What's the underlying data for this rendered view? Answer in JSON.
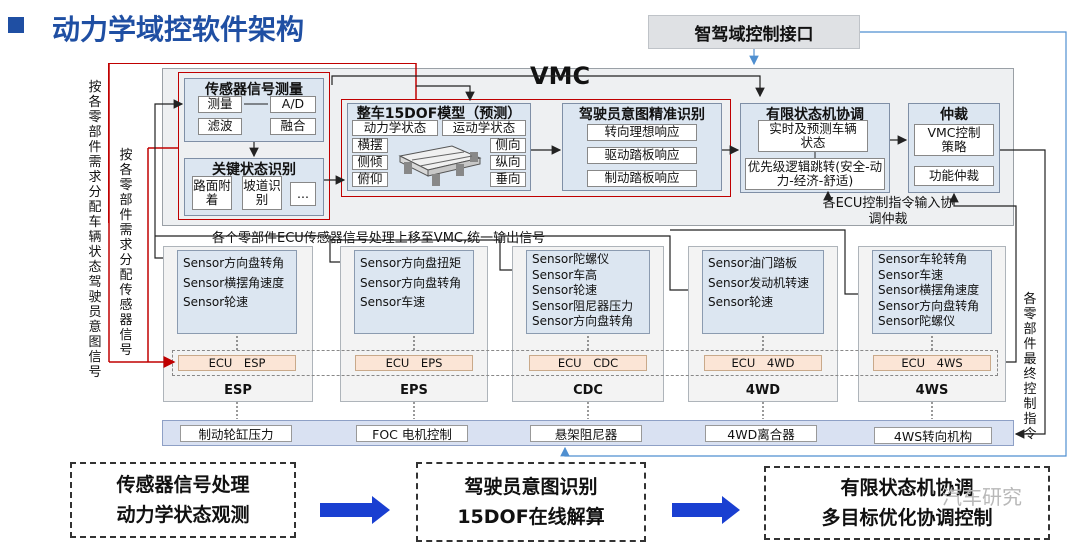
{
  "title": "动力学域控软件架构",
  "top_interface": "智驾域控制接口",
  "vmc_label": "VMC",
  "left_vertical_1": "按各零部件需求分配车辆状态驾驶员意图信号",
  "left_vertical_2": "按各零部件需求分配传感器信号",
  "right_vertical": "各零部件最终控制指令",
  "sensor_block": {
    "title": "传感器信号测量",
    "items": [
      "测量",
      "A/D",
      "滤波",
      "融合"
    ]
  },
  "key_state_block": {
    "title": "关键状态识别",
    "items": [
      "路面附着",
      "坡道识别",
      "..."
    ]
  },
  "model_block": {
    "title": "整车15DOF模型（预测）",
    "header_items": [
      "动力学状态",
      "运动学状态"
    ],
    "left_items": [
      "横摆",
      "侧倾",
      "俯仰"
    ],
    "right_items": [
      "侧向",
      "纵向",
      "垂向"
    ]
  },
  "intent_block": {
    "title": "驾驶员意图精准识别",
    "items": [
      "转向理想响应",
      "驱动踏板响应",
      "制动踏板响应"
    ]
  },
  "fsm_block": {
    "title": "有限状态机协调",
    "item1": "实时及预测车辆状态",
    "item2": "优先级逻辑跳转(安全-动力-经济-舒适)"
  },
  "arbitration_block": {
    "title": "仲裁",
    "item1": "VMC控制策略",
    "item2": "功能仲裁"
  },
  "ecu_note": "各ECU控制指令输入协调仲裁",
  "middle_note": "各个零部件ECU传感器信号处理上移至VMC,统一输出信号",
  "ecus": [
    {
      "sensors": [
        "Sensor方向盘转角",
        "Sensor横摆角速度",
        "Sensor轮速"
      ],
      "ecu": "ECU ESP",
      "name": "ESP"
    },
    {
      "sensors": [
        "Sensor方向盘扭矩",
        "Sensor方向盘转角",
        "Sensor车速"
      ],
      "ecu": "ECU EPS",
      "name": "EPS"
    },
    {
      "sensors": [
        "Sensor陀螺仪",
        "Sensor车高",
        "Sensor轮速",
        "Sensor阻尼器压力",
        "Sensor方向盘转角"
      ],
      "ecu": "ECU CDC",
      "name": "CDC"
    },
    {
      "sensors": [
        "Sensor油门踏板",
        "Sensor发动机转速",
        "Sensor轮速"
      ],
      "ecu": "ECU 4WD",
      "name": "4WD"
    },
    {
      "sensors": [
        "Sensor车轮转角",
        "Sensor车速",
        "Sensor横摆角速度",
        "Sensor方向盘转角",
        "Sensor陀螺仪"
      ],
      "ecu": "ECU 4WS",
      "name": "4WS"
    }
  ],
  "actuators": [
    "制动轮缸压力",
    "FOC 电机控制",
    "悬架阻尼器",
    "4WD离合器",
    "4WS转向机构"
  ],
  "bottom_boxes": [
    {
      "line1": "传感器信号处理",
      "line2": "动力学状态观测"
    },
    {
      "line1": "驾驶员意图识别",
      "line2": "15DOF在线解算"
    },
    {
      "line1": "有限状态机协调",
      "line2": "多目标优化协调控制"
    }
  ],
  "watermark": "汽车研究",
  "colors": {
    "title_blue": "#1f4fa3",
    "red": "#c00000",
    "arrow_blue": "#1a3fd1",
    "line_blue": "#4f8fd0"
  }
}
